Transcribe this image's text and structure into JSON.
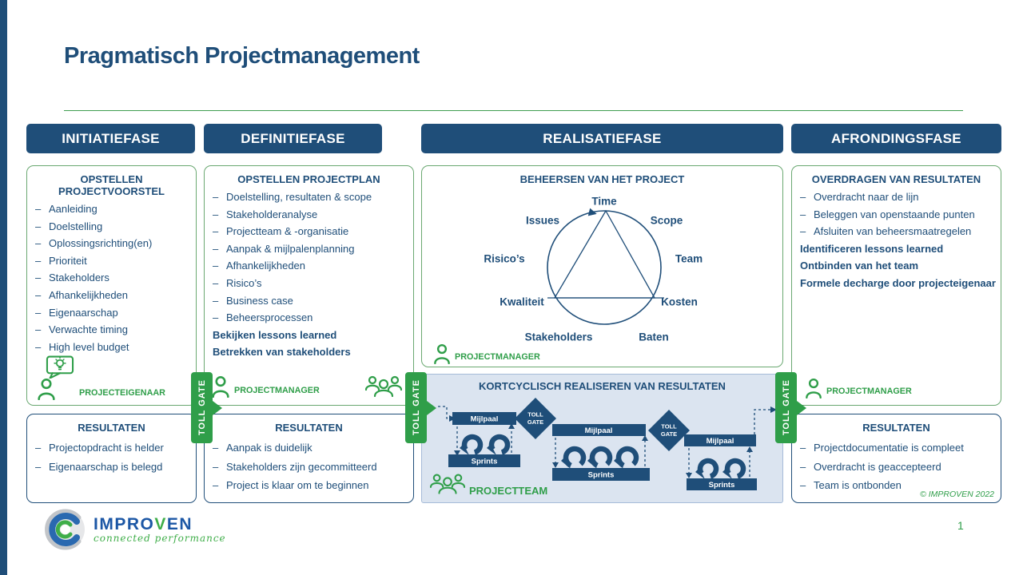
{
  "slide": {
    "title": "Pragmatisch Projectmanagement",
    "page_number": "1",
    "copyright": "© IMPROVEN 2022"
  },
  "logo": {
    "name_pre": "IMPRO",
    "name_mid": "V",
    "name_post": "EN",
    "tagline": "connected performance"
  },
  "labels": {
    "dash": "–",
    "resultaten": "RESULTATEN",
    "tollgate_vertical": "TOLL GATE",
    "tollgate_line1": "TOLL",
    "tollgate_line2": "GATE",
    "milestone": "Mijlpaal",
    "sprints": "Sprints"
  },
  "colors": {
    "dark_blue": "#1f4e79",
    "green": "#2f9e49",
    "panel_blue": "#dbe4f0",
    "logo_blue": "#1c57a5",
    "logo_green": "#3fae49"
  },
  "phases": [
    {
      "header": "INITIATIEFASE",
      "box_title": "OPSTELLEN PROJECTVOORSTEL",
      "bullets": [
        "Aanleiding",
        "Doelstelling",
        "Oplossingsrichting(en)",
        "Prioriteit",
        "Stakeholders",
        "Afhankelijkheden",
        "Eigenaarschap",
        "Verwachte timing",
        "High level budget"
      ],
      "role": "PROJECTEIGENAAR",
      "resultaten": [
        "Projectopdracht is helder",
        "Eigenaarschap is belegd"
      ]
    },
    {
      "header": "DEFINITIEFASE",
      "box_title": "OPSTELLEN PROJECTPLAN",
      "bullets": [
        "Doelstelling, resultaten & scope",
        "Stakeholderanalyse",
        "Projectteam & -organisatie",
        "Aanpak & mijlpalenplanning",
        "Afhankelijkheden",
        "Risico’s",
        "Business case",
        "Beheersprocessen"
      ],
      "notes": [
        "Bekijken lessons learned",
        "Betrekken van stakeholders"
      ],
      "role": "PROJECTMANAGER",
      "resultaten": [
        "Aanpak is duidelijk",
        "Stakeholders zijn gecommitteerd",
        "Project is klaar om te beginnen"
      ]
    },
    {
      "header": "REALISATIEFASE",
      "beheersen": {
        "title": "BEHEERSEN VAN HET PROJECT",
        "role": "PROJECTMANAGER",
        "corners": {
          "time": "Time",
          "scope": "Scope",
          "team": "Team",
          "kosten": "Kosten",
          "baten": "Baten",
          "stakeholders": "Stakeholders",
          "kwaliteit": "Kwaliteit",
          "risicos": "Risico’s",
          "issues": "Issues"
        }
      },
      "kortcyclisch": {
        "title": "KORTCYCLISCH REALISEREN VAN RESULTATEN",
        "role": "PROJECTTEAM"
      }
    },
    {
      "header": "AFRONDINGSFASE",
      "box_title": "OVERDRAGEN VAN RESULTATEN",
      "bullets": [
        "Overdracht naar de lijn",
        "Beleggen van openstaande punten",
        "Afsluiten van beheersmaatregelen"
      ],
      "notes": [
        "Identificeren lessons learned",
        "Ontbinden van het team",
        "Formele decharge door projecteigenaar"
      ],
      "role": "PROJECTMANAGER",
      "resultaten": [
        "Projectdocumentatie is compleet",
        "Overdracht is geaccepteerd",
        "Team is ontbonden"
      ]
    }
  ]
}
